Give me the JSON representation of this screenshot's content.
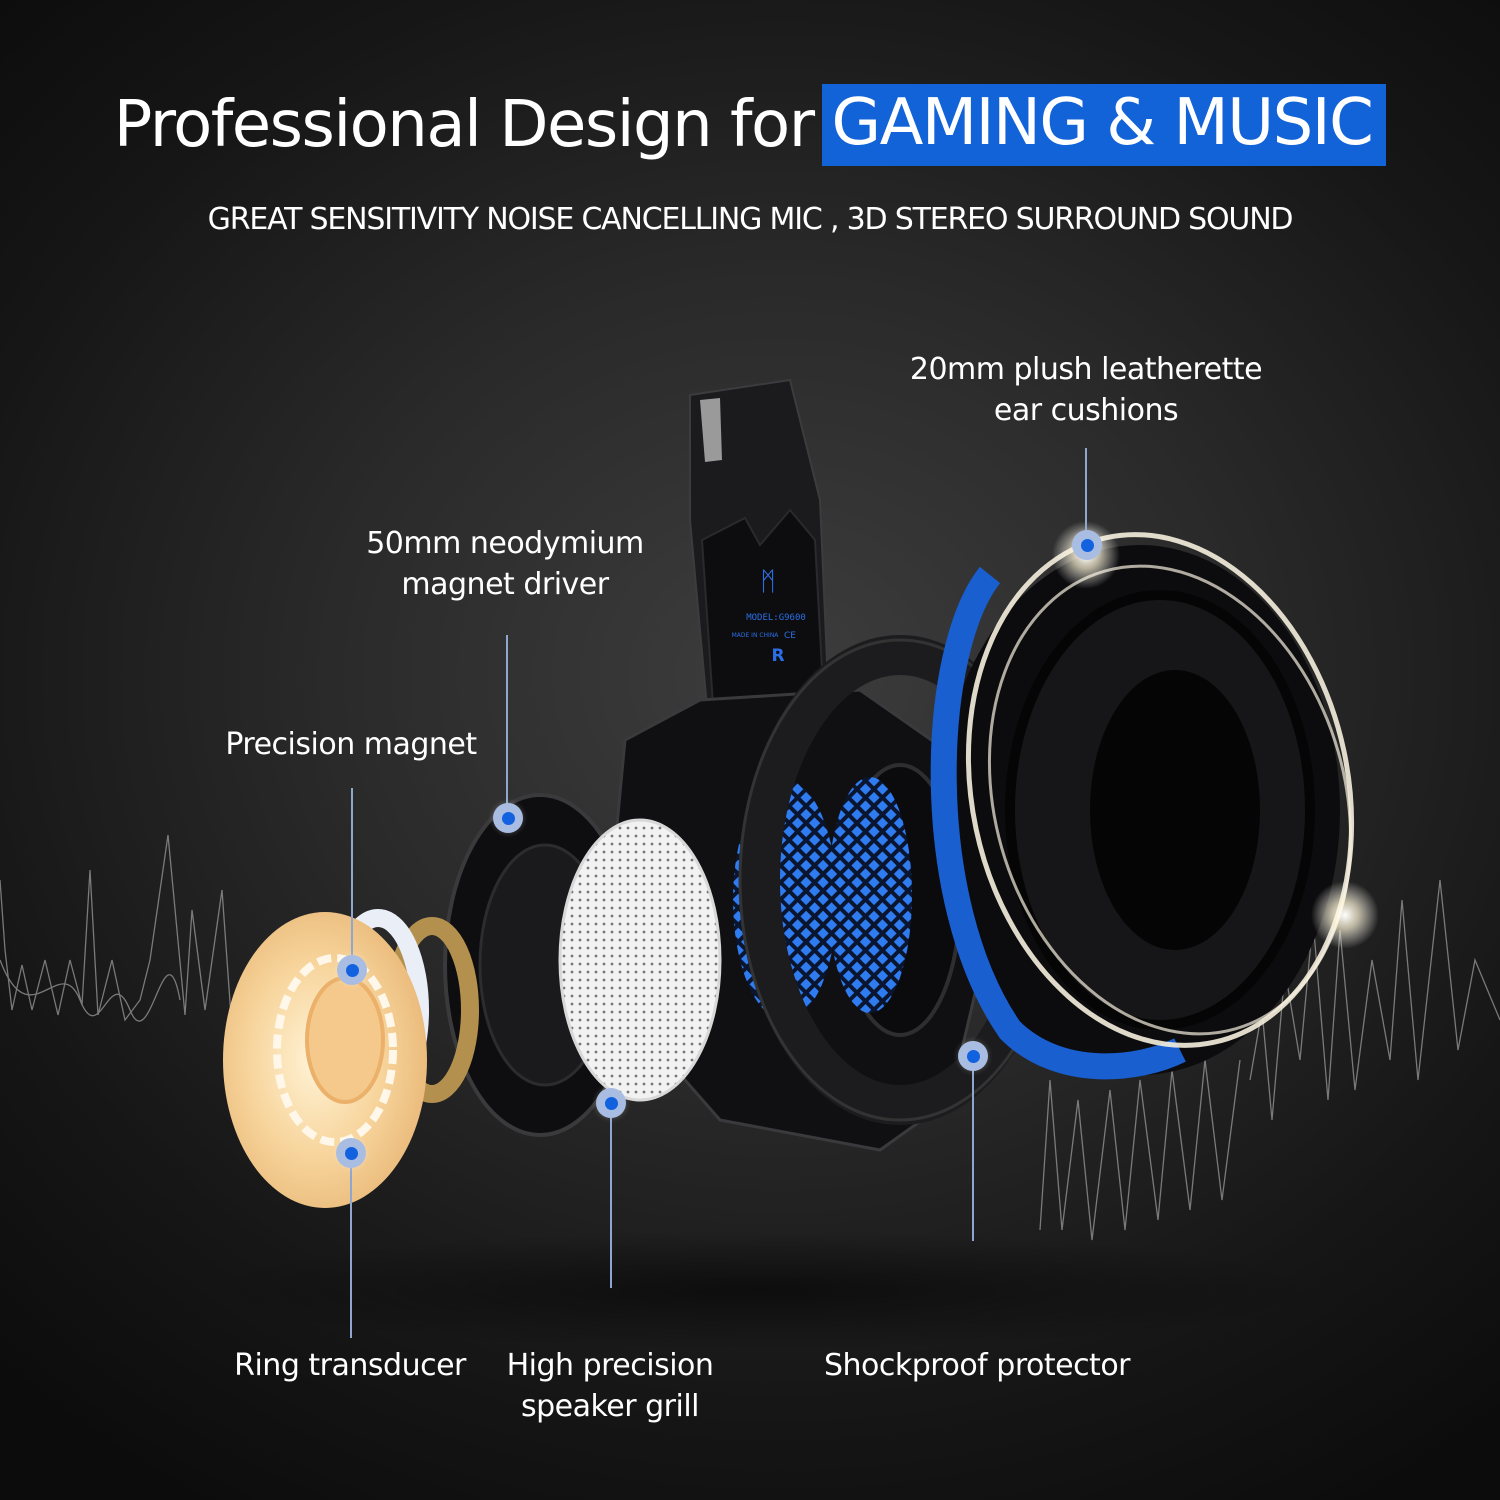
{
  "header": {
    "title_prefix": "Professional Design for",
    "title_highlight": "GAMING & MUSIC",
    "subtitle": "GREAT SENSITIVITY NOISE CANCELLING MIC , 3D STEREO SURROUND SOUND"
  },
  "colors": {
    "highlight_blue": "#1262d8",
    "marker_dot": "#1262e0",
    "marker_ring": "#a9bde3",
    "leader_line": "#8fa7cf",
    "cushion_band": "#1a5fd0",
    "transducer_gold": "#f4c98a"
  },
  "product": {
    "headband_logo": "spider-wings-logo",
    "model": "MODEL:G9600",
    "origin": "MADE IN CHINA",
    "cert": "CE",
    "side": "R"
  },
  "callouts": [
    {
      "id": "ear-cushions",
      "line1": "20mm plush leatherette",
      "line2": "ear cushions"
    },
    {
      "id": "magnet-driver",
      "line1": "50mm neodymium",
      "line2": "magnet driver"
    },
    {
      "id": "precision-magnet",
      "line1": "Precision magnet"
    },
    {
      "id": "ring-transducer",
      "line1": "Ring transducer"
    },
    {
      "id": "speaker-grill",
      "line1": "High precision",
      "line2": "speaker grill"
    },
    {
      "id": "shockproof-protector",
      "line1": "Shockproof protector"
    }
  ]
}
